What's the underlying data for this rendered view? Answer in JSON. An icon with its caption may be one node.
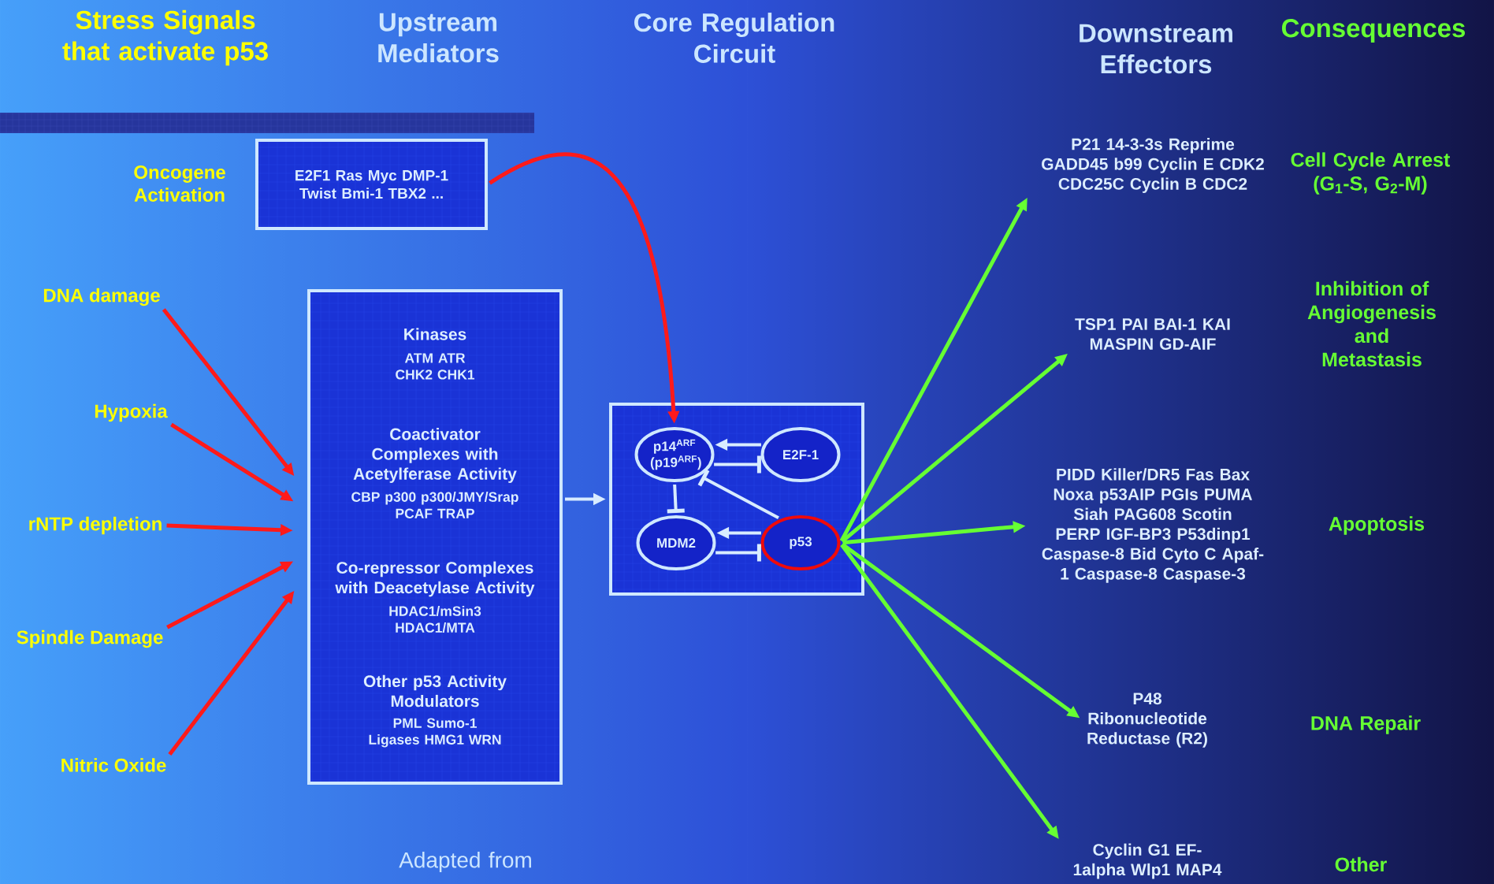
{
  "diagram": {
    "nodes": [
      {
        "text": [
          "E2F1 Ras Myc DMP-1 Twist Bmi-1 TBX2 ..."
        ],
        "beside": [
          "Oncogene Activation"
        ]
      },
      {
        "text": [
          "DNA damage"
        ]
      },
      {
        "text": [
          "Hypoxia"
        ]
      },
      {
        "text": [
          "rNTP depletion"
        ]
      },
      {
        "text": [
          "Spindle Damage"
        ]
      },
      {
        "text": [
          "Nitric Oxide"
        ]
      },
      {
        "text": [
          "Kinases",
          "ATM  ATR CHK2  CHK1",
          "Coactivator Complexes with Acetylferase Activity",
          "CBP  p300  p300/JMY/Srap PCAF TRAP",
          "Co-repressor Complexes with Deacetylase Activity",
          "HDAC1/mSin3 HDAC1/MTA",
          "Other p53 Activity Modulators",
          "PML Sumo-1 Ligases HMG1  WRN"
        ]
      },
      {
        "text": [],
        "shape": "box"
      },
      {
        "text": [
          "p14$^{ARF}$ (p19$^{ARF}$)"
        ],
        "in": 7
      },
      {
        "text": [
          "E2F-1"
        ],
        "in": 7
      },
      {
        "text": [
          "MDM2"
        ],
        "in": 7
      },
      {
        "text": [
          "p53"
        ],
        "in": 7
      },
      {
        "text": [
          "P21 14-3-3s Reprime GADD45 b99 Cyclin E  CDK2 CDC25C Cyclin B CDC2"
        ]
      },
      {
        "text": [
          "TSP1 PAI BAI-1 KAI MASPIN GD-AIF"
        ]
      },
      {
        "text": [
          "PIDD Killer/DR5 Fas Bax Noxa p53AIP PGIs PUMA Siah PAG608 Scotin PERP IGF-BP3 P53dinp1 Caspase-8 Bid Cyto C Apaf-1 Caspase-8 Caspase-3"
        ]
      },
      {
        "text": [
          "P48 Ribonucleotide Reductase (R2)"
        ]
      },
      {
        "text": [
          "Cyclin G1  EF-1alpha Wlp1  MAP4"
        ]
      }
    ],
    "edges": [
      {
        "from": 1,
        "to": 6,
        "arrow": "to",
        "color": "#ff1a1a"
      },
      {
        "from": 2,
        "to": 6,
        "arrow": "to",
        "color": "#ff1a1a"
      },
      {
        "from": 3,
        "to": 6,
        "arrow": "to",
        "color": "#ff1a1a"
      },
      {
        "from": 4,
        "to": 6,
        "arrow": "to",
        "color": "#ff1a1a"
      },
      {
        "from": 5,
        "to": 6,
        "arrow": "to",
        "color": "#ff1a1a"
      },
      {
        "from": 0,
        "to": 8,
        "arrow": "to",
        "color": "#ff1a1a"
      },
      {
        "from": 6,
        "to": 7,
        "arrow": "to"
      },
      {
        "from": 9,
        "to": 8,
        "arrow": "to"
      },
      {
        "from": 8,
        "to": 9,
        "arrow": "other"
      },
      {
        "from": 11,
        "to": 8,
        "arrow": "other"
      },
      {
        "from": 8,
        "to": 10,
        "arrow": "other"
      },
      {
        "from": 11,
        "to": 10,
        "arrow": "to"
      },
      {
        "from": 10,
        "to": 11,
        "arrow": "other"
      },
      {
        "from": 11,
        "to": 12,
        "arrow": "to",
        "color": "#66ff33"
      },
      {
        "from": 11,
        "to": 13,
        "arrow": "to",
        "color": "#66ff33"
      },
      {
        "from": 11,
        "to": 14,
        "arrow": "to",
        "color": "#66ff33"
      },
      {
        "from": 11,
        "to": 15,
        "arrow": "to",
        "color": "#66ff33"
      },
      {
        "from": 11,
        "to": 16,
        "arrow": "to",
        "color": "#66ff33"
      }
    ],
    "labels": [
      "Stress Signals that activate p53",
      "Upstream Mediators",
      "Core Regulation Circuit",
      "Consequences",
      "Downstream Effectors",
      "Cell Cycle Arrest (G$_{1}$-S,  G$_{2}$-M)",
      "Inhibition of Angiogenesis and Metastasis",
      "Apoptosis",
      "DNA Repair",
      "Other",
      "Adapted from"
    ]
  }
}
